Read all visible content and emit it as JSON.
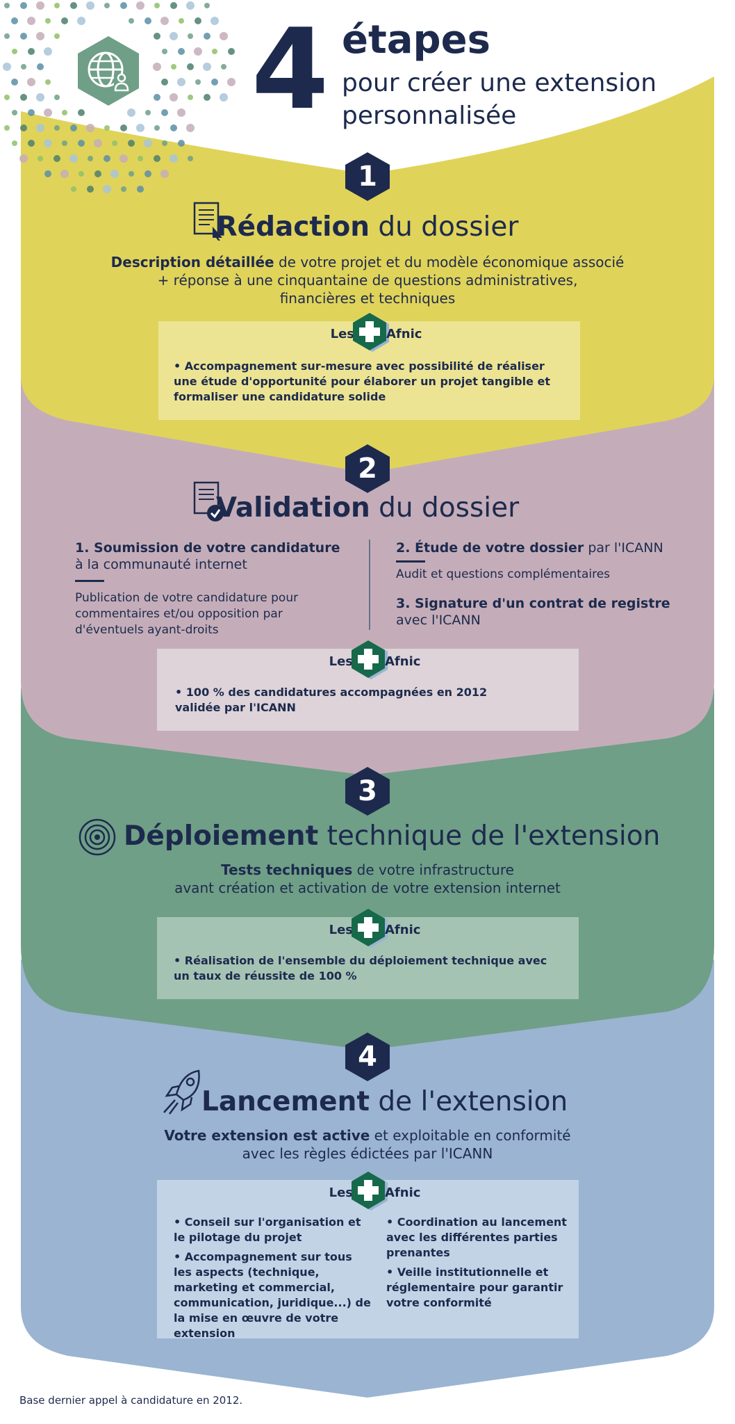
{
  "header": {
    "big_number": "4",
    "title_word": "étapes",
    "subtitle_line1": "pour créer une extension",
    "subtitle_line2": "personnalisée"
  },
  "plus_box": {
    "les": "Les",
    "afnic": "Afnic"
  },
  "steps": [
    {
      "number": "1",
      "title_bold": "Rédaction",
      "title_rest": " du dossier",
      "desc_bold": "Description détaillée",
      "desc_rest_line1": " de votre projet et du modèle économique associé",
      "desc_line2": "+ réponse à une cinquantaine de questions administratives,",
      "desc_line3": "financières et techniques",
      "bullets": [
        "Accompagnement sur-mesure avec possibilité de réaliser une étude d'opportunité pour élaborer un projet tangible et formaliser une candidature solide"
      ]
    },
    {
      "number": "2",
      "title_bold": "Validation",
      "title_rest": " du dossier",
      "left_bold": "1. Soumission de votre candidature",
      "left_rest": "à la communauté internet",
      "left_detail": "Publication de votre candidature pour commentaires et/ou opposition par d'éventuels ayant-droits",
      "right1_bold": "2. Étude de votre dossier",
      "right1_rest": " par l'ICANN",
      "right1_detail": "Audit et questions complémentaires",
      "right2_bold": "3. Signature d'un contrat de registre",
      "right2_rest": "avec l'ICANN",
      "bullets": [
        "100 % des candidatures accompagnées en 2012 validée par l'ICANN"
      ]
    },
    {
      "number": "3",
      "title_bold": "Déploiement",
      "title_rest": " technique de l'extension",
      "desc_bold": "Tests techniques",
      "desc_rest_line1": " de votre infrastructure",
      "desc_line2": "avant création et activation de votre extension internet",
      "bullets": [
        "Réalisation de l'ensemble du déploiement technique avec un taux de réussite de 100 %"
      ]
    },
    {
      "number": "4",
      "title_bold": "Lancement",
      "title_rest": " de l'extension",
      "desc_bold": "Votre extension est active",
      "desc_rest_line1": " et exploitable en conformité",
      "desc_line2": "avec les règles édictées par l'ICANN",
      "bullets_left": [
        "Conseil sur l'organisation et le pilotage du projet",
        "Accompagnement sur tous les aspects (technique, marketing et commercial, communication, juridique...) de la mise en œuvre de votre extension"
      ],
      "bullets_right": [
        "Coordination au lancement avec les différentes parties prenantes",
        "Veille institutionnelle et réglementaire pour garantir votre conformité"
      ]
    }
  ],
  "footnote": "Base dernier appel à candidature en 2012.",
  "colors": {
    "navy": "#1d2a4d",
    "yellow": "#e0d35a",
    "pink": "#c4adb9",
    "green": "#6f9f87",
    "blue": "#9ab4d2",
    "plus_green": "#16694a"
  }
}
